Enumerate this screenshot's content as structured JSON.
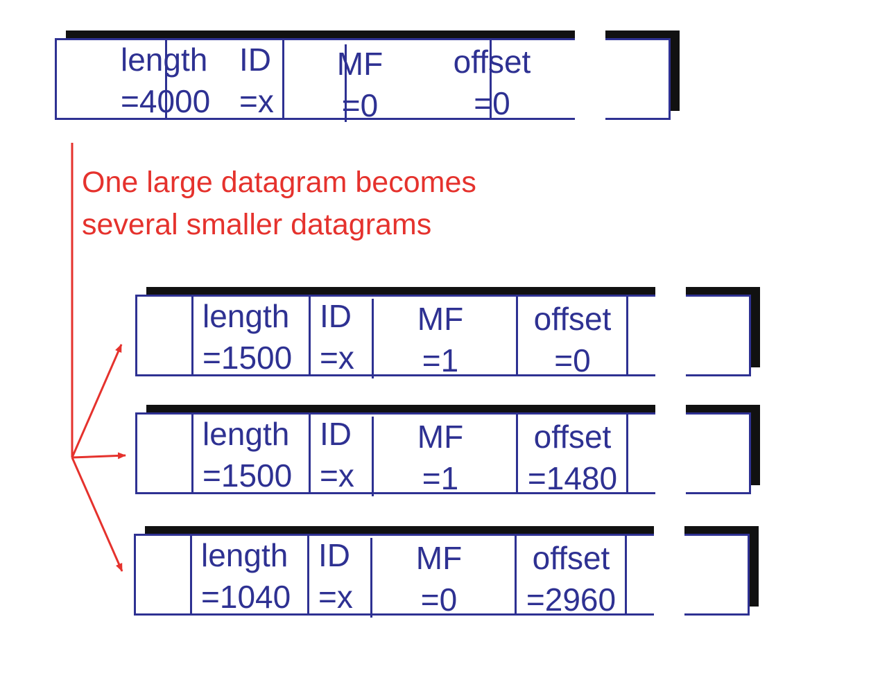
{
  "colors": {
    "box_border": "#2e3192",
    "field_text": "#2e3192",
    "shadow": "#111111",
    "caption_text": "#e5322d",
    "arrow": "#e5322d"
  },
  "original": {
    "length": "length",
    "length_val": "=4000",
    "id": "ID",
    "id_val": "=x",
    "mf": "MF",
    "mf_val": "=0",
    "offset": "offset",
    "offset_val": "=0"
  },
  "caption": {
    "line1": "One large datagram becomes",
    "line2": "several smaller datagrams"
  },
  "fragments": [
    {
      "length": "length",
      "length_val": "=1500",
      "id": "ID",
      "id_val": "=x",
      "mf": "MF",
      "mf_val": "=1",
      "offset": "offset",
      "offset_val": "=0"
    },
    {
      "length": "length",
      "length_val": "=1500",
      "id": "ID",
      "id_val": "=x",
      "mf": "MF",
      "mf_val": "=1",
      "offset": "offset",
      "offset_val": "=1480"
    },
    {
      "length": "length",
      "length_val": "=1040",
      "id": "ID",
      "id_val": "=x",
      "mf": "MF",
      "mf_val": "=0",
      "offset": "offset",
      "offset_val": "=2960"
    }
  ]
}
